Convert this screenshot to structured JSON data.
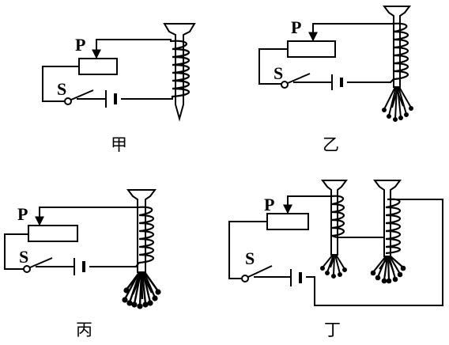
{
  "panels": [
    {
      "caption": "甲",
      "slider_label": "P",
      "switch_label": "S"
    },
    {
      "caption": "乙",
      "slider_label": "P",
      "switch_label": "S"
    },
    {
      "caption": "丙",
      "slider_label": "P",
      "switch_label": "S"
    },
    {
      "caption": "丁",
      "slider_label": "P",
      "switch_label": "S"
    }
  ]
}
